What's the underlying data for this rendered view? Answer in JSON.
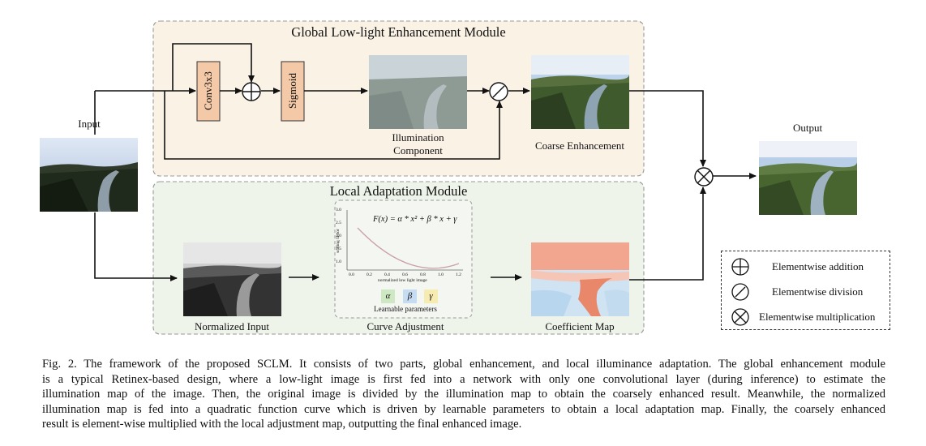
{
  "modules": {
    "global_title": "Global Low-light Enhancement Module",
    "local_title": "Local Adaptation Module"
  },
  "labels": {
    "input": "Input",
    "output": "Output",
    "conv": "Conv3x3",
    "sigmoid": "Sigmoid",
    "illumination_line1": "Illumination",
    "illumination_line2": "Component",
    "coarse": "Coarse Enhancement",
    "normalized": "Normalized Input",
    "curve": "Curve Adjustment",
    "coefficient": "Coefficient Map"
  },
  "curve_plot": {
    "formula": "F(x) = α * x² + β * x + γ",
    "ylabel": "scaling factor",
    "xlabel": "normalized low light image",
    "yticks": [
      "3.0",
      "2.5",
      "2.0",
      "1.5",
      "1.0"
    ],
    "xticks": [
      "0.0",
      "0.2",
      "0.4",
      "0.6",
      "0.8",
      "1.0",
      "1.2"
    ],
    "params": [
      "α",
      "β",
      "γ"
    ],
    "params_label": "Learnable parameters",
    "param_colors": [
      "#cfe8c4",
      "#c6dcf2",
      "#f6ebb0"
    ],
    "curve_color": "#c9a0a8"
  },
  "legend": {
    "items": [
      {
        "symbol": "plus-circle",
        "label": "Elementwise addition"
      },
      {
        "symbol": "slash-circle",
        "label": "Elementwise division"
      },
      {
        "symbol": "x-circle",
        "label": "Elementwise multiplication"
      }
    ]
  },
  "colors": {
    "global_bg": "#fbf2e6",
    "local_bg": "#eef4ea",
    "block_fill": "#f3c9a8"
  },
  "caption": {
    "lines": [
      "Fig. 2.  The framework of the proposed SCLM. It consists of two parts, global enhancement, and local illuminance adaptation. The global enhancement module",
      "is a typical Retinex-based design, where a low-light image is first fed into a network with only one convolutional layer (during inference) to estimate the",
      "illumination map of the image. Then, the original image is divided by the illumination map to obtain the coarsely enhanced result. Meanwhile, the normalized",
      "illumination map is fed into a quadratic function curve which is driven by learnable parameters to obtain a local adaptation map. Finally, the coarsely enhanced",
      "result is element-wise multiplied with the local adjustment map, outputting the final enhanced image."
    ]
  }
}
